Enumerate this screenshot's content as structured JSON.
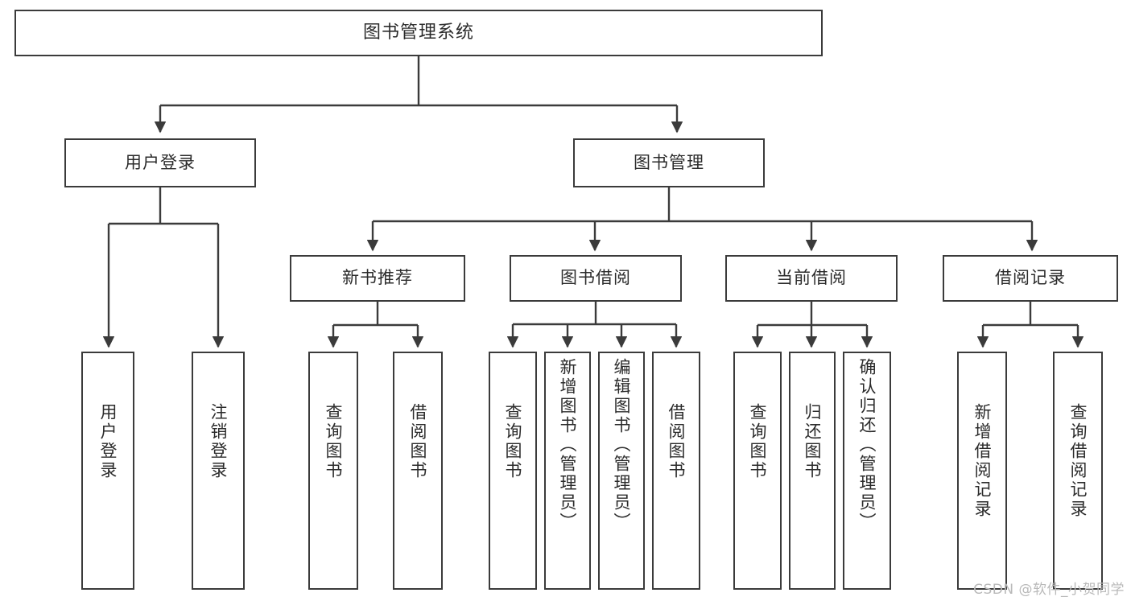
{
  "diagram": {
    "title": "图书管理系统",
    "type": "functional-structure-tree",
    "watermark": "CSDN @软件_小贺同学",
    "colors": {
      "stroke": "#3b3b3b",
      "text": "#2b2b2b",
      "background": "#ffffff",
      "watermark": "#b9b9b9"
    }
  },
  "nodes": {
    "root": {
      "label": "图书管理系统",
      "level": 1
    },
    "level2": [
      {
        "id": "user-login",
        "label": "用户登录"
      },
      {
        "id": "book-manage",
        "label": "图书管理"
      }
    ],
    "level3": [
      {
        "id": "new-book-recommend",
        "label": "新书推荐"
      },
      {
        "id": "book-borrow",
        "label": "图书借阅"
      },
      {
        "id": "current-borrow",
        "label": "当前借阅"
      },
      {
        "id": "borrow-record",
        "label": "借阅记录"
      }
    ],
    "leaves": {
      "user-login": [
        {
          "id": "leaf-user-login",
          "label": "用户登录"
        },
        {
          "id": "leaf-logout-login",
          "label": "注销登录"
        }
      ],
      "new-book-recommend": [
        {
          "id": "leaf-query-book-1",
          "label": "查询图书"
        },
        {
          "id": "leaf-borrow-book-1",
          "label": "借阅图书"
        }
      ],
      "book-borrow": [
        {
          "id": "leaf-query-book-2",
          "label": "查询图书"
        },
        {
          "id": "leaf-add-book",
          "label": "新增图书（管理员）"
        },
        {
          "id": "leaf-edit-book",
          "label": "编辑图书（管理员）"
        },
        {
          "id": "leaf-borrow-book-2",
          "label": "借阅图书"
        }
      ],
      "current-borrow": [
        {
          "id": "leaf-query-book-3",
          "label": "查询图书"
        },
        {
          "id": "leaf-return-book",
          "label": "归还图书"
        },
        {
          "id": "leaf-confirm-return",
          "label": "确认归还（管理员）"
        }
      ],
      "borrow-record": [
        {
          "id": "leaf-add-record",
          "label": "新增借阅记录"
        },
        {
          "id": "leaf-query-record",
          "label": "查询借阅记录"
        }
      ]
    }
  }
}
